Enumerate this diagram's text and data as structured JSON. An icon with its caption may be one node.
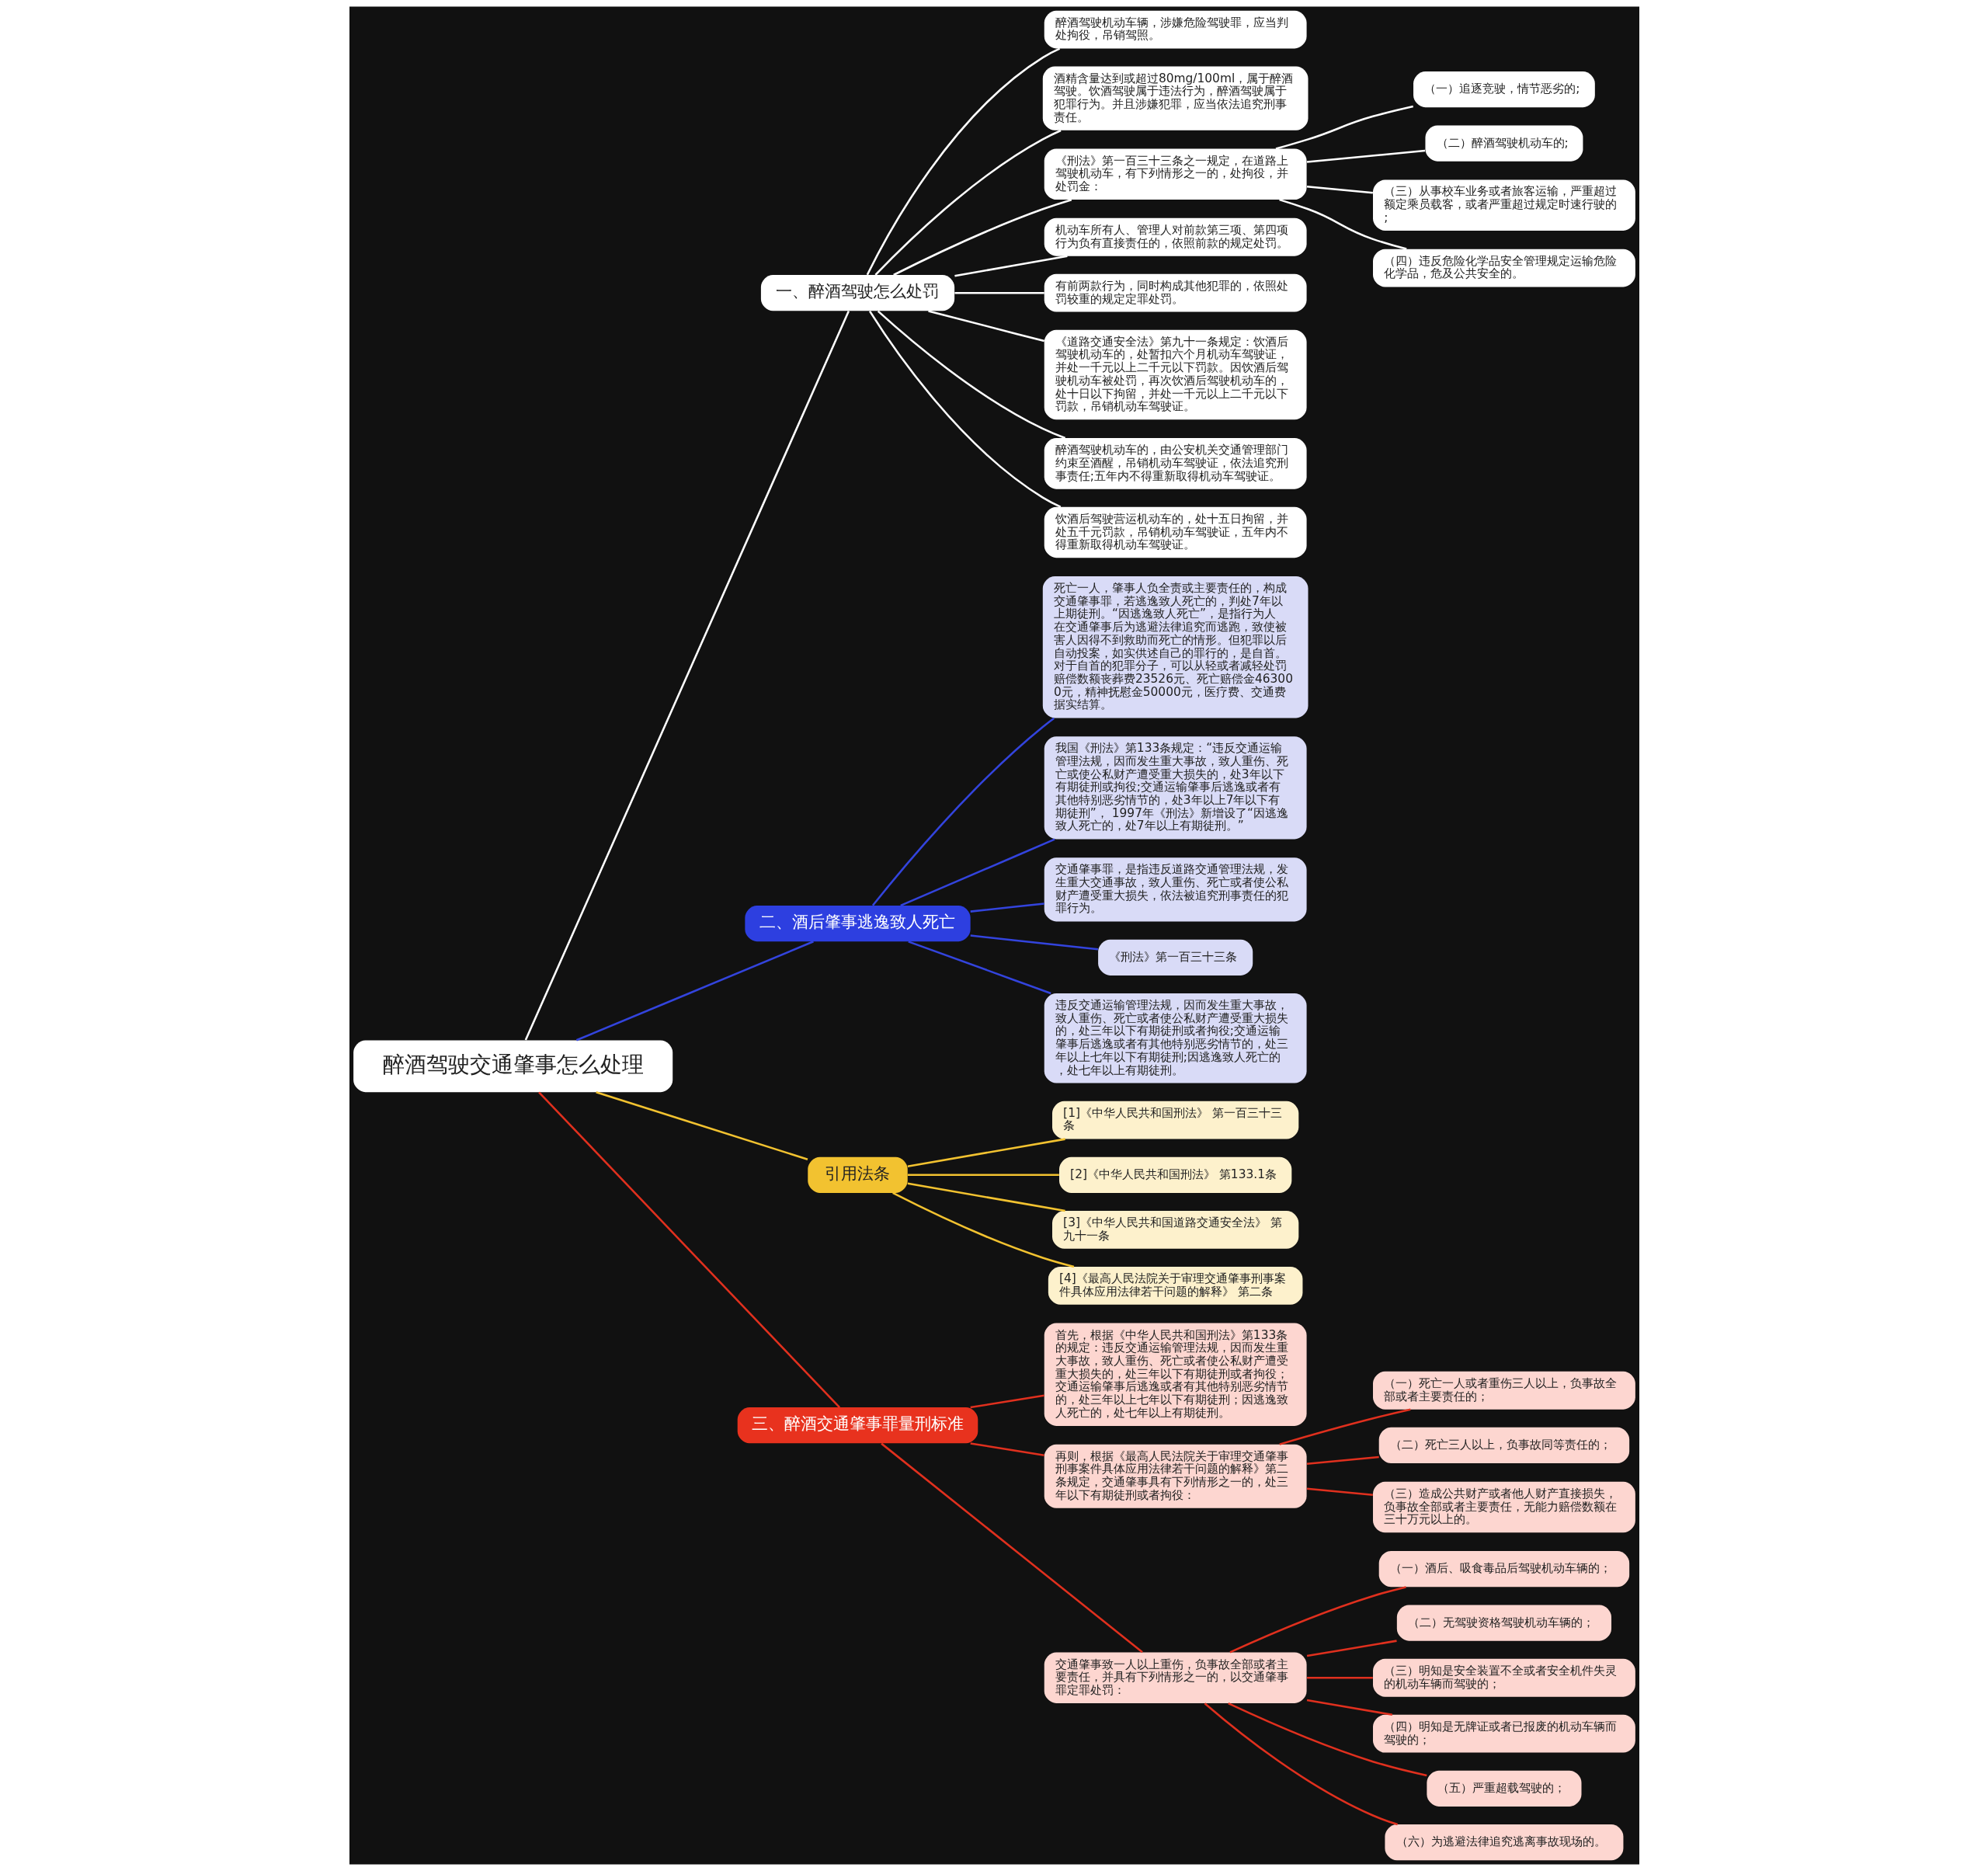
{
  "diagram": {
    "nodes": [
      {
        "text": [
          "醉酒驾驶交通肇事怎么处理"
        ]
      },
      {
        "text": [
          "一、醉酒驾驶怎么处罚"
        ]
      },
      {
        "text": [
          "醉酒驾驶机动车辆，涉嫌危险驾驶罪，应当判处拘役，吊销驾照。"
        ]
      },
      {
        "text": [
          "酒精含量达到或超过80mg/100ml，属于醉酒驾驶。饮酒驾驶属于违法行为，醉酒驾驶属于犯罪行为。并且涉嫌犯罪，应当依法追究刑事责任。"
        ]
      },
      {
        "text": [
          "《刑法》第一百三十三条之一规定，在道路上驾驶机动车，有下列情形之一的，处拘役，并处罚金："
        ]
      },
      {
        "text": [
          "（一）追逐竞驶，情节恶劣的;"
        ]
      },
      {
        "text": [
          "（二）醉酒驾驶机动车的;"
        ]
      },
      {
        "text": [
          "（三）从事校车业务或者旅客运输，严重超过额定乘员载客，或者严重超过规定时速行驶的;"
        ]
      },
      {
        "text": [
          "（四）违反危险化学品安全管理规定运输危险化学品，危及公共安全的。"
        ]
      },
      {
        "text": [
          "机动车所有人、管理人对前款第三项、第四项行为负有直接责任的，依照前款的规定处罚。"
        ]
      },
      {
        "text": [
          "有前两款行为，同时构成其他犯罪的，依照处罚较重的规定定罪处罚。"
        ]
      },
      {
        "text": [
          "《道路交通安全法》第九十一条规定：饮酒后驾驶机动车的，处暂扣六个月机动车驾驶证，并处一千元以上二千元以下罚款。因饮酒后驾驶机动车被处罚，再次饮酒后驾驶机动车的，处十日以下拘留，并处一千元以上二千元以下罚款，吊销机动车驾驶证。"
        ]
      },
      {
        "text": [
          "醉酒驾驶机动车的，由公安机关交通管理部门约束至酒醒，吊销机动车驾驶证，依法追究刑事责任;五年内不得重新取得机动车驾驶证。"
        ]
      },
      {
        "text": [
          "饮酒后驾驶营运机动车的，处十五日拘留，并处五千元罚款，吊销机动车驾驶证，五年内不得重新取得机动车驾驶证。"
        ]
      },
      {
        "text": [
          "二、酒后肇事逃逸致人死亡"
        ]
      },
      {
        "text": [
          "死亡一人，肇事人负全责或主要责任的，构成交通肇事罪，若逃逸致人死亡的，判处7年以上期徒刑。“因逃逸致人死亡”，是指行为人在交通肇事后为逃避法律追究而逃跑，致使被害人因得不到救助而死亡的情形。但犯罪以后自动投案，如实供述自己的罪行的，是自首。对于自首的犯罪分子，可以从轻或者减轻处罚赔偿数额丧葬费23526元、死亡赔偿金463000元，精神抚慰金50000元，医疗费、交通费据实结算。"
        ]
      },
      {
        "text": [
          "我国《刑法》第133条规定：“违反交通运输管理法规，因而发生重大事故，致人重伤、死亡或使公私财产遭受重大损失的，处3年以下有期徒刑或拘役;交通运输肇事后逃逸或者有其他特别恶劣情节的，处3年以上7年以下有期徒刑”， 1997年《刑法》新增设了“因逃逸致人死亡的，处7年以上有期徒刑。”"
        ]
      },
      {
        "text": [
          "交通肇事罪，是指违反道路交通管理法规，发生重大交通事故，致人重伤、死亡或者使公私财产遭受重大损失，依法被追究刑事责任的犯罪行为。"
        ]
      },
      {
        "text": [
          "《刑法》第一百三十三条"
        ]
      },
      {
        "text": [
          "违反交通运输管理法规，因而发生重大事故，致人重伤、死亡或者使公私财产遭受重大损失的，处三年以下有期徒刑或者拘役;交通运输肇事后逃逸或者有其他特别恶劣情节的，处三年以上七年以下有期徒刑;因逃逸致人死亡的，处七年以上有期徒刑。"
        ]
      },
      {
        "text": [
          "引用法条"
        ]
      },
      {
        "text": [
          "[1]《中华人民共和国刑法》 第一百三十三条"
        ]
      },
      {
        "text": [
          "[2]《中华人民共和国刑法》 第133.1条"
        ]
      },
      {
        "text": [
          "[3]《中华人民共和国道路交通安全法》 第九十一条"
        ]
      },
      {
        "text": [
          "[4]《最高人民法院关于审理交通肇事刑事案件具体应用法律若干问题的解释》 第二条"
        ]
      },
      {
        "text": [
          "三、醉酒交通肇事罪量刑标准"
        ]
      },
      {
        "text": [
          "首先，根据《中华人民共和国刑法》第133条的规定：违反交通运输管理法规，因而发生重大事故，致人重伤、死亡或者使公私财产遭受重大损失的，处三年以下有期徒刑或者拘役；交通运输肇事后逃逸或者有其他特别恶劣情节的，处三年以上七年以下有期徒刑；因逃逸致人死亡的，处七年以上有期徒刑。"
        ]
      },
      {
        "text": [
          "再则，根据《最高人民法院关于审理交通肇事刑事案件具体应用法律若干问题的解释》第二条规定，交通肇事具有下列情形之一的，处三年以下有期徒刑或者拘役："
        ]
      },
      {
        "text": [
          "（一）死亡一人或者重伤三人以上，负事故全部或者主要责任的；"
        ]
      },
      {
        "text": [
          "（二）死亡三人以上，负事故同等责任的；"
        ]
      },
      {
        "text": [
          "（三）造成公共财产或者他人财产直接损失，负事故全部或者主要责任，无能力赔偿数额在三十万元以上的。"
        ]
      },
      {
        "text": [
          "交通肇事致一人以上重伤，负事故全部或者主要责任，并具有下列情形之一的，以交通肇事罪定罪处罚："
        ]
      },
      {
        "text": [
          "（一）酒后、吸食毒品后驾驶机动车辆的；"
        ]
      },
      {
        "text": [
          "（二）无驾驶资格驾驶机动车辆的；"
        ]
      },
      {
        "text": [
          "（三）明知是安全装置不全或者安全机件失灵的机动车辆而驾驶的；"
        ]
      },
      {
        "text": [
          "（四）明知是无牌证或者已报废的机动车辆而驾驶的；"
        ]
      },
      {
        "text": [
          "（五）严重超载驾驶的；"
        ]
      },
      {
        "text": [
          "（六）为逃避法律追究逃离事故现场的。"
        ]
      }
    ],
    "edges": [
      {
        "from": 0,
        "to": 1,
        "arrow": "none",
        "color": "#ffffff"
      },
      {
        "from": 1,
        "to": 2,
        "arrow": "none",
        "color": "#ffffff"
      },
      {
        "from": 1,
        "to": 3,
        "arrow": "none",
        "color": "#ffffff"
      },
      {
        "from": 1,
        "to": 4,
        "arrow": "none",
        "color": "#ffffff"
      },
      {
        "from": 4,
        "to": 5,
        "arrow": "none",
        "color": "#ffffff"
      },
      {
        "from": 4,
        "to": 6,
        "arrow": "none",
        "color": "#ffffff"
      },
      {
        "from": 4,
        "to": 7,
        "arrow": "none",
        "color": "#ffffff"
      },
      {
        "from": 4,
        "to": 8,
        "arrow": "none",
        "color": "#ffffff"
      },
      {
        "from": 1,
        "to": 9,
        "arrow": "none",
        "color": "#ffffff"
      },
      {
        "from": 1,
        "to": 10,
        "arrow": "none",
        "color": "#ffffff"
      },
      {
        "from": 1,
        "to": 11,
        "arrow": "none",
        "color": "#ffffff"
      },
      {
        "from": 1,
        "to": 12,
        "arrow": "none",
        "color": "#ffffff"
      },
      {
        "from": 1,
        "to": 13,
        "arrow": "none",
        "color": "#ffffff"
      },
      {
        "from": 0,
        "to": 14,
        "arrow": "none",
        "color": "#3344dd"
      },
      {
        "from": 14,
        "to": 15,
        "arrow": "none",
        "color": "#3344dd"
      },
      {
        "from": 14,
        "to": 16,
        "arrow": "none",
        "color": "#3344dd"
      },
      {
        "from": 14,
        "to": 17,
        "arrow": "none",
        "color": "#3344dd"
      },
      {
        "from": 14,
        "to": 18,
        "arrow": "none",
        "color": "#3344dd"
      },
      {
        "from": 14,
        "to": 19,
        "arrow": "none",
        "color": "#3344dd"
      },
      {
        "from": 0,
        "to": 20,
        "arrow": "none",
        "color": "#f2c230"
      },
      {
        "from": 20,
        "to": 21,
        "arrow": "none",
        "color": "#f2c230"
      },
      {
        "from": 20,
        "to": 22,
        "arrow": "none",
        "color": "#f2c230"
      },
      {
        "from": 20,
        "to": 23,
        "arrow": "none",
        "color": "#f2c230"
      },
      {
        "from": 20,
        "to": 24,
        "arrow": "none",
        "color": "#f2c230"
      },
      {
        "from": 0,
        "to": 25,
        "arrow": "none",
        "color": "#e0301e"
      },
      {
        "from": 25,
        "to": 26,
        "arrow": "none",
        "color": "#e0301e"
      },
      {
        "from": 25,
        "to": 27,
        "arrow": "none",
        "color": "#e0301e"
      },
      {
        "from": 27,
        "to": 28,
        "arrow": "none",
        "color": "#e0301e"
      },
      {
        "from": 27,
        "to": 29,
        "arrow": "none",
        "color": "#e0301e"
      },
      {
        "from": 27,
        "to": 30,
        "arrow": "none",
        "color": "#e0301e"
      },
      {
        "from": 25,
        "to": 31,
        "arrow": "none",
        "color": "#e0301e"
      },
      {
        "from": 31,
        "to": 32,
        "arrow": "none",
        "color": "#e0301e"
      },
      {
        "from": 31,
        "to": 33,
        "arrow": "none",
        "color": "#e0301e"
      },
      {
        "from": 31,
        "to": 34,
        "arrow": "none",
        "color": "#e0301e"
      },
      {
        "from": 31,
        "to": 35,
        "arrow": "none",
        "color": "#e0301e"
      },
      {
        "from": 31,
        "to": 36,
        "arrow": "none",
        "color": "#e0301e"
      },
      {
        "from": 31,
        "to": 37,
        "arrow": "none",
        "color": "#e0301e"
      }
    ]
  }
}
